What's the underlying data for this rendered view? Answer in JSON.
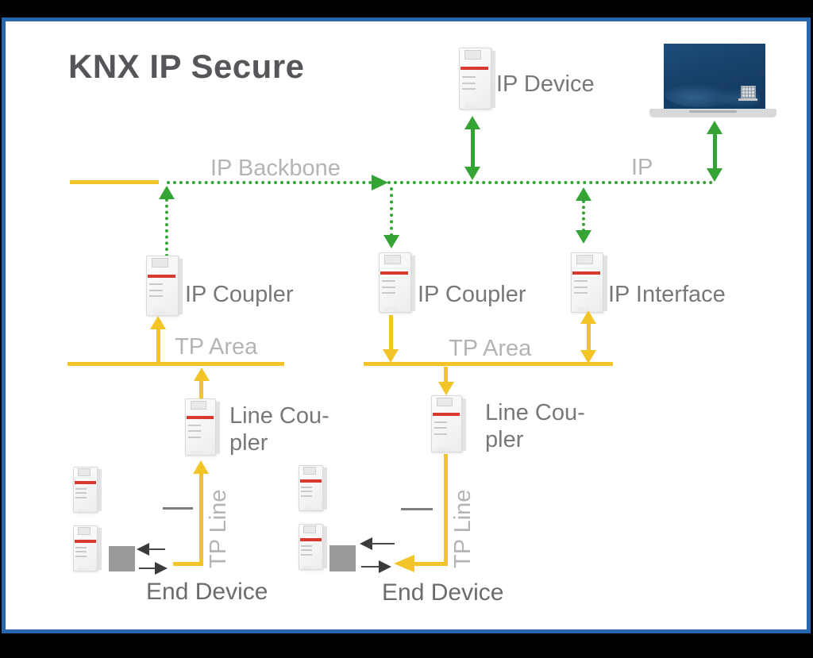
{
  "title": "KNX IP Secure",
  "palette": {
    "green": "#35A435",
    "yellow": "#F2C427",
    "frame_blue": "#2766AE",
    "label_light_gray": "#B3B4B6",
    "label_dark_gray": "#77787B",
    "title_gray": "#55565A"
  },
  "nodes": {
    "ip_device": {
      "label": "IP Device"
    },
    "ip_coupler_left": {
      "label": "IP Coupler"
    },
    "ip_coupler_mid": {
      "label": "IP Coupler"
    },
    "ip_interface": {
      "label": "IP Interface"
    },
    "line_coupler_left": {
      "line1": "Line Cou-",
      "line2": "pler"
    },
    "line_coupler_mid": {
      "line1": "Line Cou-",
      "line2": "pler"
    },
    "end_device_left": {
      "label": "End Device"
    },
    "end_device_mid": {
      "label": "End Device"
    }
  },
  "links": {
    "ip_backbone": {
      "label": "IP Backbone"
    },
    "ip": {
      "label": "IP"
    },
    "tp_area_left": {
      "label": "TP Area"
    },
    "tp_area_mid": {
      "label": "TP Area"
    },
    "tp_line_left": {
      "label": "TP Line"
    },
    "tp_line_mid": {
      "label": "TP Line"
    }
  }
}
